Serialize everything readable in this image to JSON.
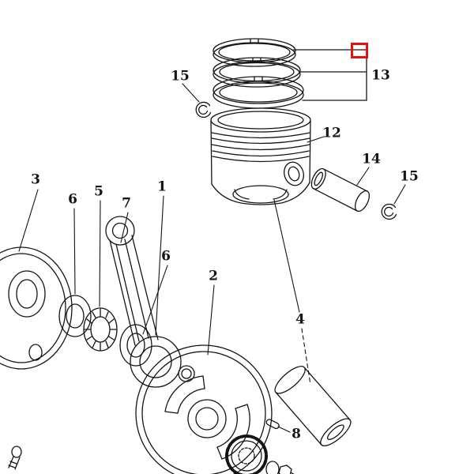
{
  "diagram": {
    "type": "exploded-parts-diagram",
    "colors": {
      "line": "#141414",
      "selection": "#e8100c",
      "background": "#ffffff"
    },
    "labels": [
      {
        "id": "label-15-left",
        "text": "15"
      },
      {
        "id": "label-13",
        "text": "13"
      },
      {
        "id": "label-12",
        "text": "12"
      },
      {
        "id": "label-14",
        "text": "14"
      },
      {
        "id": "label-15-right",
        "text": "15"
      },
      {
        "id": "label-3",
        "text": "3"
      },
      {
        "id": "label-6-upper",
        "text": "6"
      },
      {
        "id": "label-5",
        "text": "5"
      },
      {
        "id": "label-7",
        "text": "7"
      },
      {
        "id": "label-1",
        "text": "1"
      },
      {
        "id": "label-6-lower",
        "text": "6"
      },
      {
        "id": "label-2",
        "text": "2"
      },
      {
        "id": "label-4",
        "text": "4"
      },
      {
        "id": "label-8",
        "text": "8"
      }
    ]
  }
}
